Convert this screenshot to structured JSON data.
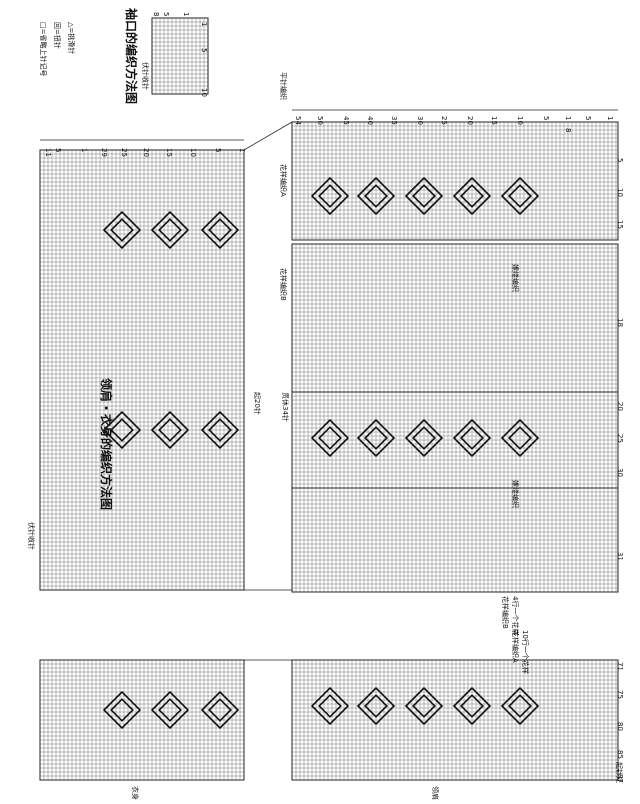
{
  "title_main": "领肩・衣身的编织方法图",
  "title_sleeve": "袖口的编织方法图",
  "legend": [
    {
      "symbol": "□",
      "label": "□=省略上针记号"
    },
    {
      "symbol": "回",
      "label": "回=扭针"
    },
    {
      "symbol": "△",
      "label": "△=挑滑针"
    }
  ],
  "labels": {
    "fu_zhen_shou_zhen": "伏针收针",
    "fu_zhen_shou_zhen_sleeve": "伏针收针",
    "qi_20": "起20针",
    "guan_34": "贯休34针",
    "pattern_a_1": "花样编织A",
    "pattern_b_1": "花样编织B",
    "ping_zhen": "平针编织",
    "pattern_a_10": "10行一个花样",
    "pattern_a_10b": "花样编织A",
    "pattern_b_4": "4行一个花样",
    "pattern_b_4b": "花样编织B",
    "shan_xi_1": "嫘缕编织",
    "shan_xi_2": "嫘缕编织",
    "qi_zhen": "起针处",
    "yi_shen": "衣身",
    "ling_jian": "领肩"
  },
  "left_top_nums": [
    "11",
    "5",
    "1",
    "29",
    "25",
    "20",
    "15",
    "10",
    "5",
    "1"
  ],
  "right_top_nums": [
    "54",
    "50",
    "45",
    "40",
    "35",
    "30",
    "25",
    "20",
    "15",
    "10",
    "5",
    "1",
    "8",
    "5",
    "1"
  ],
  "right_side_nums_top": [
    "5",
    "10",
    "15"
  ],
  "right_side_nums_mid": [
    "18",
    "20",
    "25",
    "30",
    "31"
  ],
  "right_side_nums_bottom": [
    "71",
    "75",
    "80",
    "85",
    "87"
  ],
  "sleeve_nums": [
    "8",
    "5",
    "1",
    "10",
    "5",
    "1"
  ]
}
